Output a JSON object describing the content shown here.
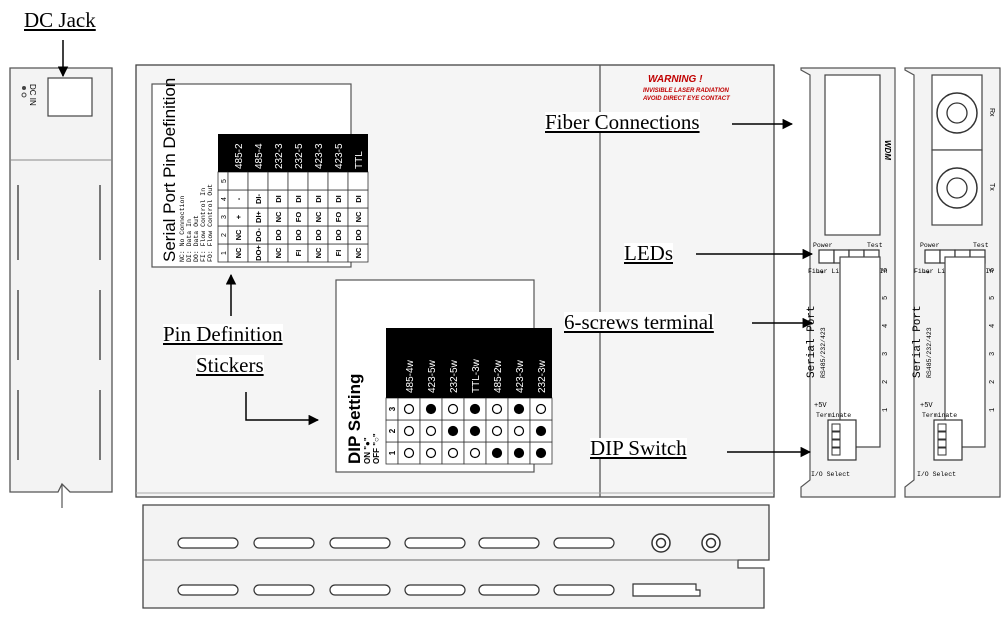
{
  "callouts": {
    "dc_jack": "DC Jack",
    "fiber_connections": "Fiber Connections",
    "leds": "LEDs",
    "screw_terminal": "6-screws terminal",
    "dip_switch": "DIP Switch",
    "pin_definition_line1": "Pin Definition",
    "pin_definition_line2": "Stickers"
  },
  "side_panel": {
    "dc_in_label": "DC IN"
  },
  "warning": {
    "title": "WARNING !",
    "line1": "INVISIBLE LASER RADIATION",
    "line2": "AVOID DIRECT EYE CONTACT"
  },
  "pin_sticker": {
    "title": "Serial Port Pin Definition",
    "legend": [
      "NC: No Connection",
      "DI: Data In",
      "DO: Data Out",
      "FI: Flow Control In",
      "FO: Flow Control Out"
    ],
    "pin_headers": [
      "1",
      "2",
      "3",
      "4",
      "5"
    ],
    "rows": [
      {
        "mode": "485-2",
        "pins": [
          "NC",
          "NC",
          "+",
          "-",
          ""
        ]
      },
      {
        "mode": "485-4",
        "pins": [
          "DO+",
          "DO-",
          "DI+",
          "DI-",
          ""
        ]
      },
      {
        "mode": "232-3",
        "pins": [
          "NC",
          "DO",
          "NC",
          "DI",
          ""
        ]
      },
      {
        "mode": "232-5",
        "pins": [
          "FI",
          "DO",
          "FO",
          "DI",
          ""
        ]
      },
      {
        "mode": "423-3",
        "pins": [
          "NC",
          "DO",
          "NC",
          "DI",
          ""
        ]
      },
      {
        "mode": "423-5",
        "pins": [
          "FI",
          "DO",
          "FO",
          "DI",
          ""
        ]
      },
      {
        "mode": "TTL",
        "pins": [
          "NC",
          "DO",
          "NC",
          "DI",
          ""
        ]
      }
    ]
  },
  "dip_sticker": {
    "title": "DIP Setting",
    "on_label": "ON \"●\"",
    "off_label": "OFF \"○\"",
    "switch_headers": [
      "1",
      "2",
      "3"
    ],
    "rows": [
      {
        "mode": "485-4w",
        "switches": [
          0,
          0,
          0
        ]
      },
      {
        "mode": "423-5w",
        "switches": [
          0,
          0,
          1
        ]
      },
      {
        "mode": "232-5w",
        "switches": [
          0,
          1,
          0
        ]
      },
      {
        "mode": "TTL-3w",
        "switches": [
          0,
          1,
          1
        ]
      },
      {
        "mode": "485-2w",
        "switches": [
          1,
          0,
          0
        ]
      },
      {
        "mode": "423-3w",
        "switches": [
          1,
          0,
          1
        ]
      },
      {
        "mode": "232-3w",
        "switches": [
          1,
          1,
          0
        ]
      }
    ]
  },
  "panel_wdm": {
    "wdm_label": "WDM",
    "power_label": "Power",
    "test_label": "Test",
    "fiber_link_label": "Fiber Link",
    "data_in_label": "Data In",
    "serial_port_label": "Serial Port",
    "serial_port_sub": "RS485/232/423",
    "plus5v": "+5V",
    "terminal_numbers": [
      "6",
      "5",
      "4",
      "3",
      "2",
      "1"
    ],
    "terminate_label": "Terminate",
    "io_select_label": "I/O Select"
  },
  "panel_duplex": {
    "rx_label": "Rx",
    "tx_label": "Tx",
    "power_label": "Power",
    "test_label": "Test",
    "fiber_link_label": "Fiber Link",
    "data_in_label": "Data In",
    "serial_port_label": "Serial Port",
    "serial_port_sub": "RS485/232/423",
    "plus5v": "+5V",
    "terminal_numbers": [
      "6",
      "5",
      "4",
      "3",
      "2",
      "1"
    ],
    "terminate_label": "Terminate",
    "io_select_label": "I/O Select"
  }
}
